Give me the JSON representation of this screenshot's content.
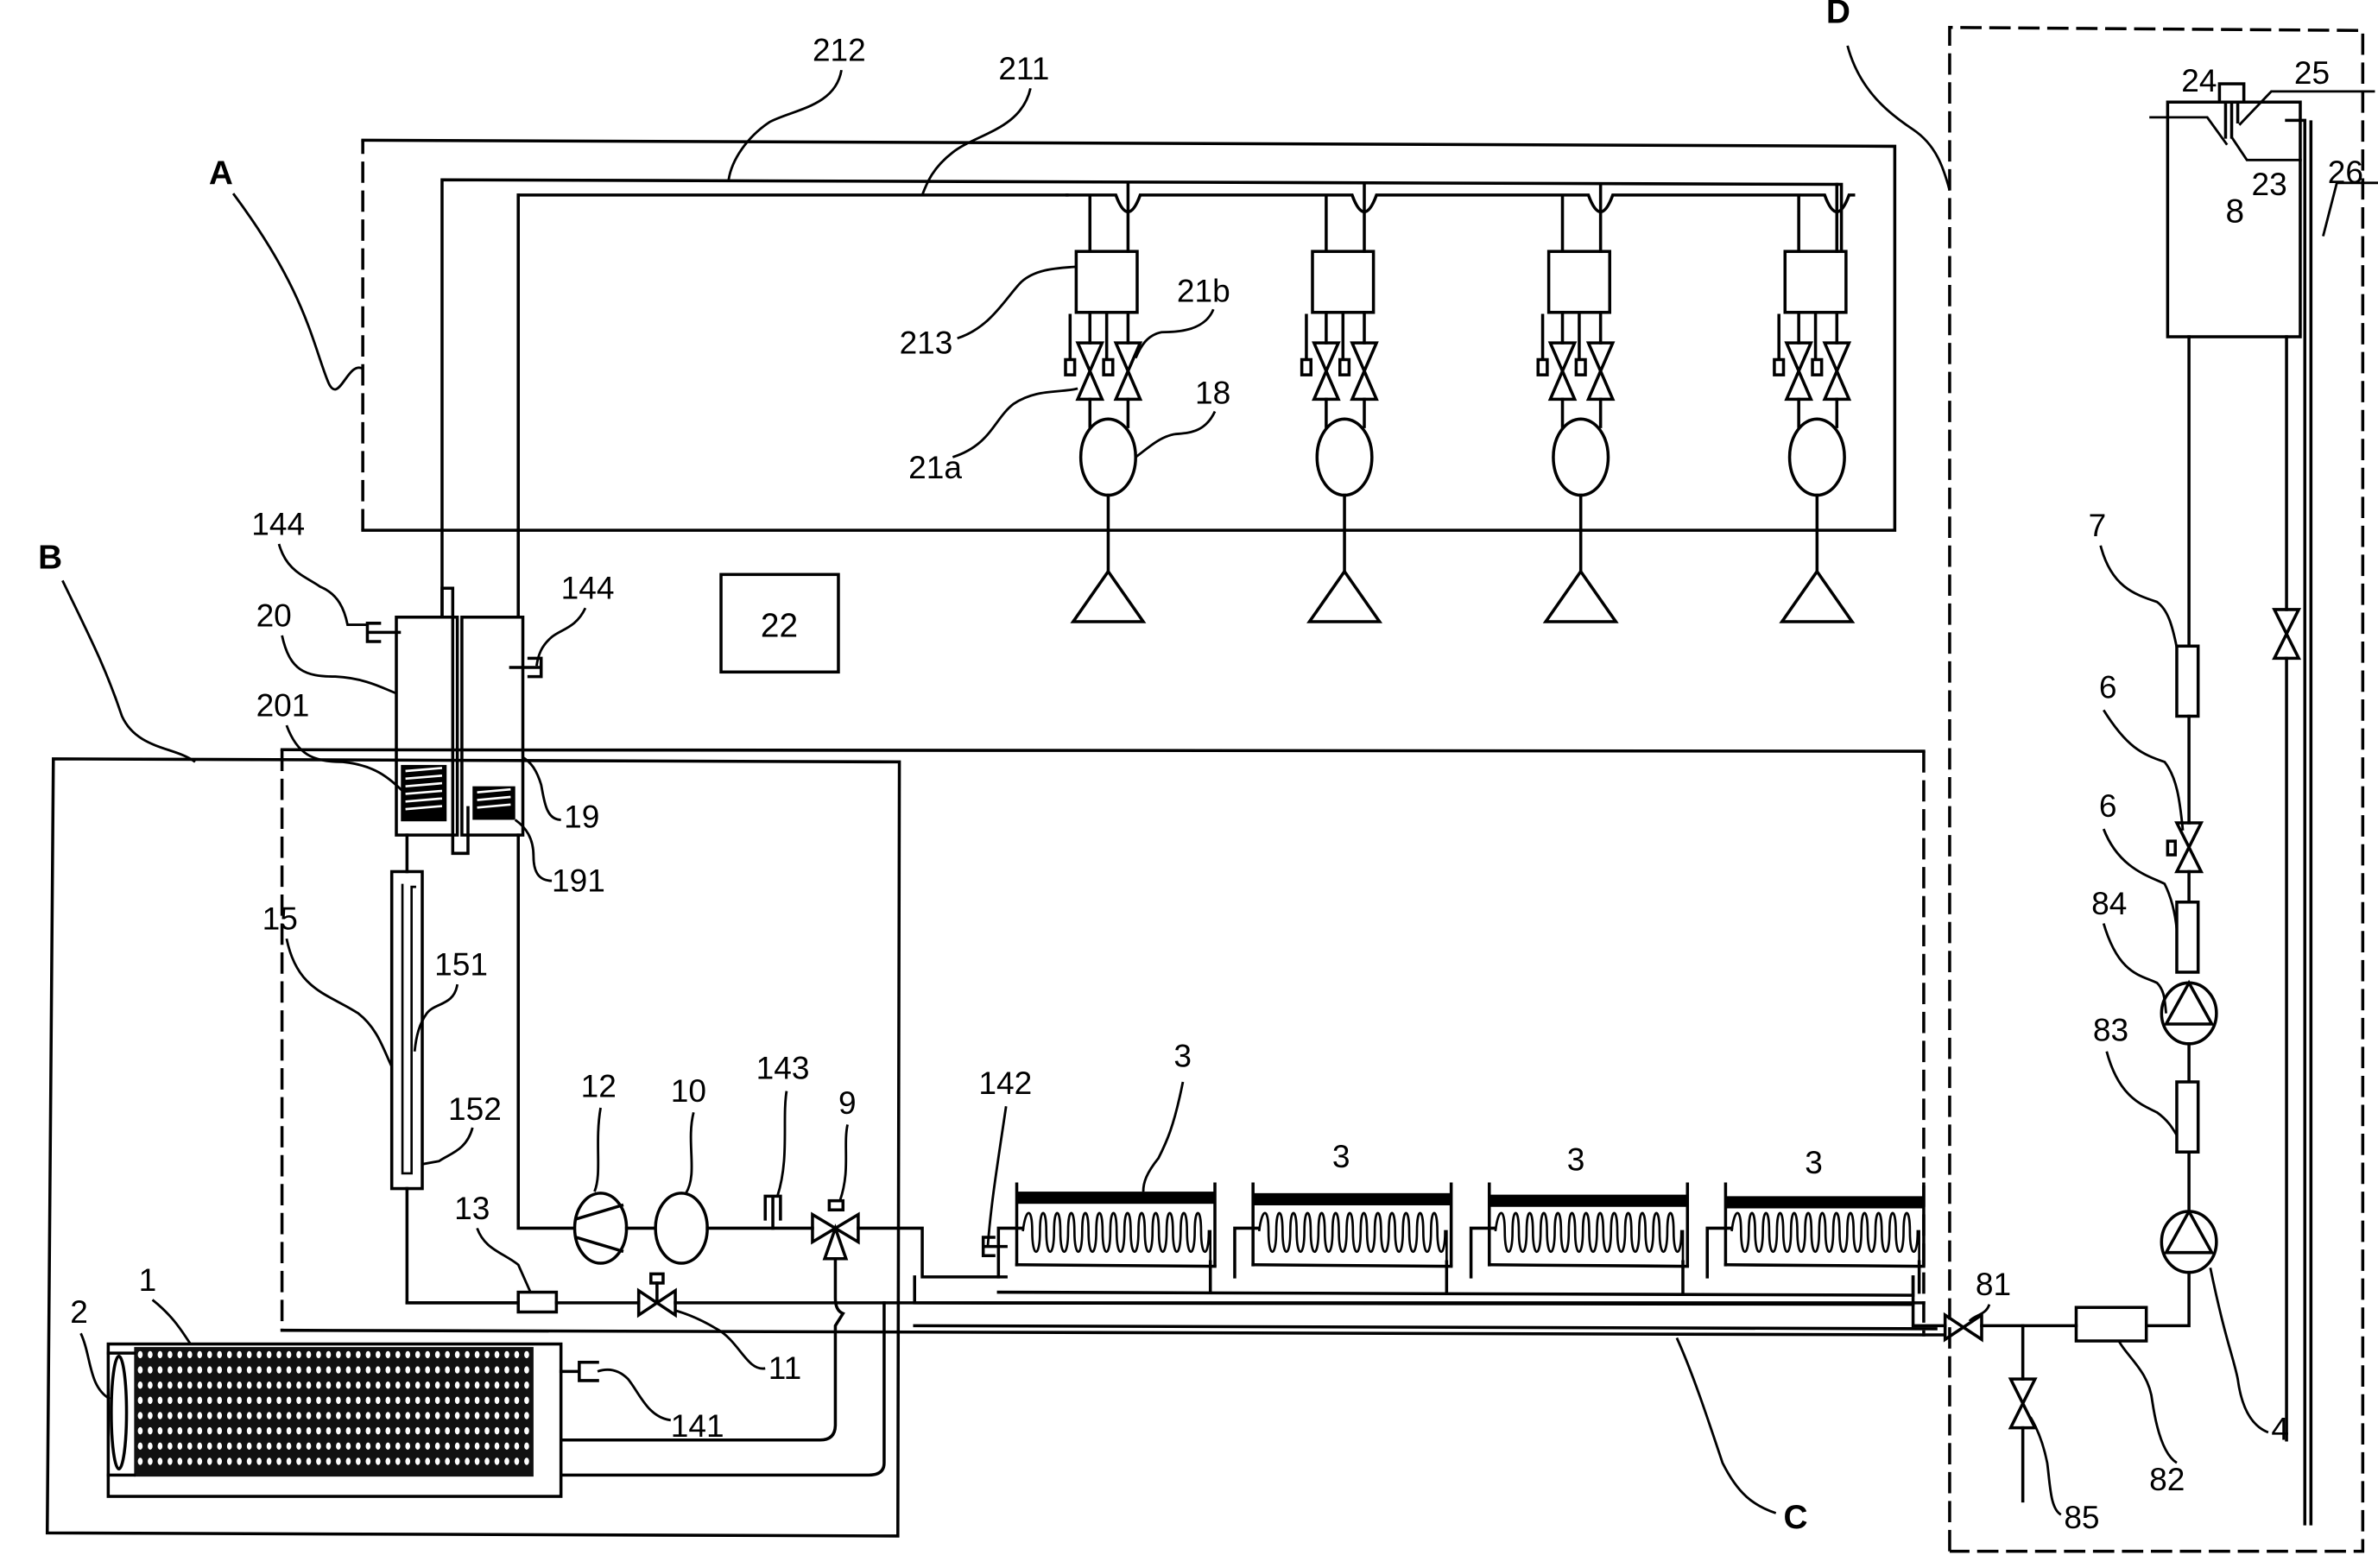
{
  "figure": {
    "type": "patent schematic drawing",
    "description": "Heat pump / solar water heating system with subsystems A, B, C, D"
  },
  "regions": {
    "A": "A",
    "B": "B",
    "C": "C",
    "D": "D"
  },
  "labels": {
    "l212": "212",
    "l211": "211",
    "l213": "213",
    "l21a": "21a",
    "l21b": "21b",
    "l18": "18",
    "l22": "22",
    "l144a": "144",
    "l144b": "144",
    "l20": "20",
    "l201": "201",
    "l19": "19",
    "l191": "191",
    "l15": "15",
    "l151": "151",
    "l152": "152",
    "l12": "12",
    "l10": "10",
    "l143": "143",
    "l9": "9",
    "l13": "13",
    "l11": "11",
    "l1": "1",
    "l2": "2",
    "l141": "141",
    "l142": "142",
    "l3a": "3",
    "l3b": "3",
    "l3c": "3",
    "l3d": "3",
    "l81": "81",
    "l82": "82",
    "l85": "85",
    "l4": "4",
    "l83": "83",
    "l84": "84",
    "l6a": "6",
    "l6b": "6",
    "l7": "7",
    "l8": "8",
    "l23": "23",
    "l24": "24",
    "l25": "25",
    "l26": "26"
  },
  "components": {
    "terminal_units": 4,
    "solar_collectors": 4
  }
}
